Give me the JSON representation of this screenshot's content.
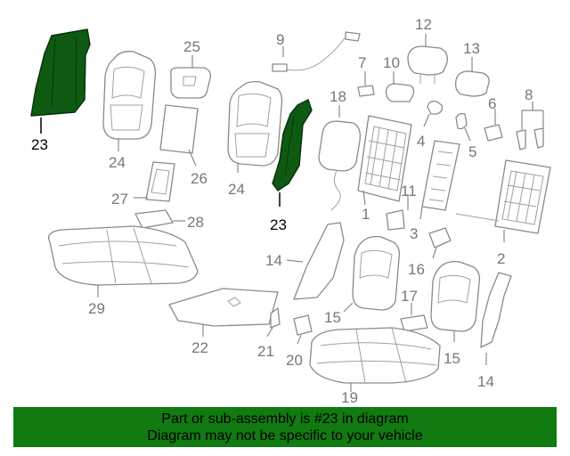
{
  "diagram": {
    "highlighted_part": "23",
    "highlight_color": "#0f5a12",
    "callouts": {
      "c1": "1",
      "c2": "2",
      "c3": "3",
      "c4": "4",
      "c5": "5",
      "c6": "6",
      "c7": "7",
      "c8": "8",
      "c9": "9",
      "c10": "10",
      "c11": "11",
      "c12": "12",
      "c13": "13",
      "c14a": "14",
      "c14b": "14",
      "c15a": "15",
      "c15b": "15",
      "c16": "16",
      "c17": "17",
      "c18": "18",
      "c19": "19",
      "c20": "20",
      "c21": "21",
      "c22": "22",
      "c23a": "23",
      "c23b": "23",
      "c24a": "24",
      "c24b": "24",
      "c25": "25",
      "c26": "26",
      "c27": "27",
      "c28": "28",
      "c29": "29"
    }
  },
  "banner": {
    "line1": "Part or sub-assembly is #23 in diagram",
    "line2": "Diagram may not be specific to your vehicle",
    "background": "#117a11"
  }
}
